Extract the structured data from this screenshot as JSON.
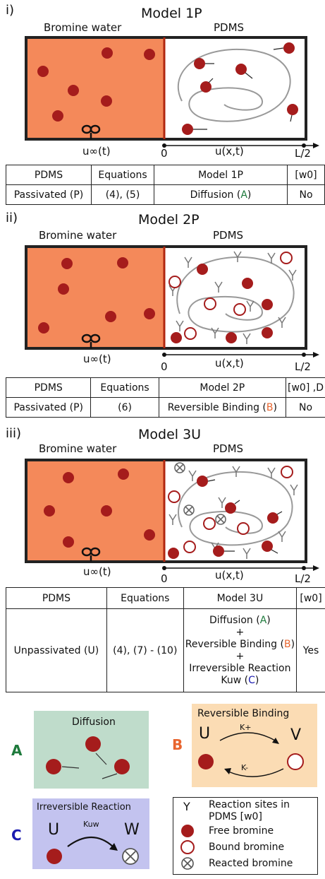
{
  "panels": [
    {
      "roman": "i)",
      "title": "Model 1P",
      "left_label": "Bromine water",
      "right_label": "PDMS",
      "u_inf": "u∞(t)",
      "x0": "0",
      "u_xt": "u(x,t)",
      "L2": "L/2",
      "table": {
        "headers": [
          "PDMS",
          "Equations",
          "Model 1P",
          "[w0]"
        ],
        "row": [
          "Passivated (P)",
          "(4), (5)",
          "Diffusion (A)",
          "No"
        ]
      }
    },
    {
      "roman": "ii)",
      "title": "Model 2P",
      "left_label": "Bromine water",
      "right_label": "PDMS",
      "u_inf": "u∞(t)",
      "x0": "0",
      "u_xt": "u(x,t)",
      "L2": "L/2",
      "table": {
        "headers": [
          "PDMS",
          "Equations",
          "Model 2P",
          "[w0] ,D"
        ],
        "row": [
          "Passivated (P)",
          "(6)",
          "Reversible Binding (B)",
          "No"
        ]
      }
    },
    {
      "roman": "iii)",
      "title": "Model 3U",
      "left_label": "Bromine water",
      "right_label": "PDMS",
      "u_inf": "u∞(t)",
      "x0": "0",
      "u_xt": "u(x,t)",
      "L2": "L/2",
      "table": {
        "headers": [
          "PDMS",
          "Equations",
          "Model 3U",
          "[w0]"
        ],
        "row": [
          "Unpassivated (U)",
          "(4), (7) - (10)",
          "Diffusion (A) + Reversible Binding (B) + Irreversible Reaction Kuw (C)",
          "Yes"
        ]
      }
    }
  ],
  "mechanisms": {
    "A": {
      "letter": "A",
      "title": "Diffusion"
    },
    "B": {
      "letter": "B",
      "title": "Reversible Binding",
      "U": "U",
      "V": "V",
      "kplus": "K+",
      "kminus": "K-"
    },
    "C": {
      "letter": "C",
      "title": "Irreversible Reaction",
      "U": "U",
      "W": "W",
      "kuw": "Kuw"
    }
  },
  "legend": {
    "y_symbol": "Y",
    "items": [
      "Reaction sites in PDMS [w0]",
      "Free bromine",
      "Bound bromine",
      "Reacted bromine"
    ]
  },
  "colors": {
    "water": "#f4895a",
    "bromine": "#a51c1c",
    "wall": "#b0260f",
    "green_box": "#bfdccb",
    "orange_box": "#fbdcb4",
    "blue_box": "#c3c3ef"
  }
}
